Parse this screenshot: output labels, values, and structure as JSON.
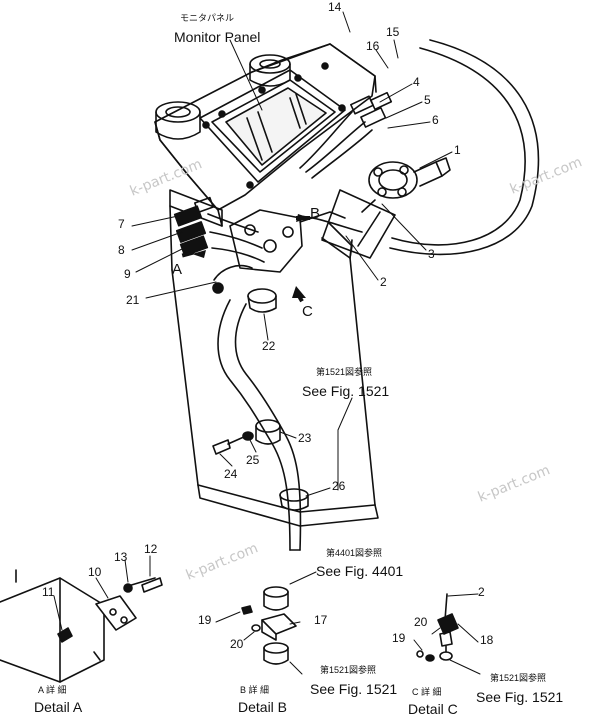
{
  "monitor_panel": {
    "jp": "モニタパネル",
    "en": "Monitor Panel"
  },
  "callouts": {
    "n1": "1",
    "n2": "2",
    "n3": "3",
    "n4": "4",
    "n5": "5",
    "n6": "6",
    "n7": "7",
    "n8": "8",
    "n9": "9",
    "n10": "10",
    "n11": "11",
    "n12": "12",
    "n13": "13",
    "n14": "14",
    "n15": "15",
    "n16": "16",
    "n17": "17",
    "n18": "18",
    "n19a": "19",
    "n19b": "19",
    "n20a": "20",
    "n20b": "20",
    "n21": "21",
    "n22": "22",
    "n23": "23",
    "n24": "24",
    "n25": "25",
    "n26": "26",
    "n2b": "2"
  },
  "view_arrows": {
    "a": "A",
    "b": "B",
    "c": "C"
  },
  "refs": {
    "fig1521_main": {
      "jp": "第1521図参照",
      "en": "See Fig. 1521"
    },
    "fig4401": {
      "jp": "第4401図参照",
      "en": "See Fig. 4401"
    },
    "fig1521_b": {
      "jp": "第1521図参照",
      "en": "See Fig. 1521"
    },
    "fig1521_c": {
      "jp": "第1521図参照",
      "en": "See Fig. 1521"
    }
  },
  "details": {
    "a": {
      "jp": "A 詳 細",
      "en": "Detail A"
    },
    "b": {
      "jp": "B 詳 細",
      "en": "Detail B"
    },
    "c": {
      "jp": "C 詳 細",
      "en": "Detail C"
    }
  },
  "watermarks": {
    "w1": "k-part.com",
    "w2": "k-part.com",
    "w3": "k-part.com",
    "w4": "k-part.com"
  }
}
